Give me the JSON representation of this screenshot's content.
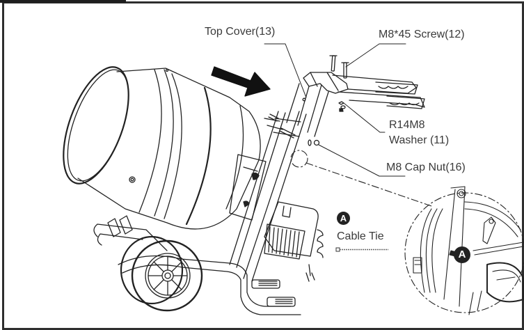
{
  "figure": {
    "description": "Assembly step: attach top handle cover to cement mixer frame",
    "callouts": [
      {
        "id": "top-cover",
        "text": "Top Cover(13)"
      },
      {
        "id": "screw",
        "text": "M8*45 Screw(12)"
      },
      {
        "id": "washer",
        "line1": "R14M8",
        "line2": "Washer (11)"
      },
      {
        "id": "cap-nut",
        "text": "M8 Cap Nut(16)"
      }
    ],
    "cable_tie": {
      "badge": "A",
      "text": "Cable Tie"
    },
    "detail_view": {
      "badge": "A"
    },
    "colors": {
      "ink": "#222222",
      "frame": "#2e2e2e",
      "text": "#3a3a3a"
    }
  }
}
